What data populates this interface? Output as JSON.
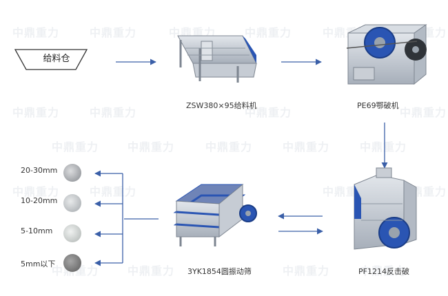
{
  "hopper": {
    "label": "给料仓"
  },
  "machines": {
    "feeder": {
      "label": "ZSW380×95给料机"
    },
    "jaw": {
      "label": "PE69鄂破机"
    },
    "impact": {
      "label": "PF1214反击破"
    },
    "screen": {
      "label": "3YK1854圆振动筛"
    }
  },
  "outputs": [
    {
      "label": "20-30mm",
      "icon": "stone-gravel-icon"
    },
    {
      "label": "10-20mm",
      "icon": "stone-gravel-icon"
    },
    {
      "label": "5-10mm",
      "icon": "stone-chips-icon"
    },
    {
      "label": "5mm以下",
      "icon": "sand-icon"
    }
  ],
  "watermark": "中鼎重力",
  "colors": {
    "arrow": "#3a5fa8",
    "machine_blue": "#2a55b3",
    "steel": "#b9c0c9"
  }
}
